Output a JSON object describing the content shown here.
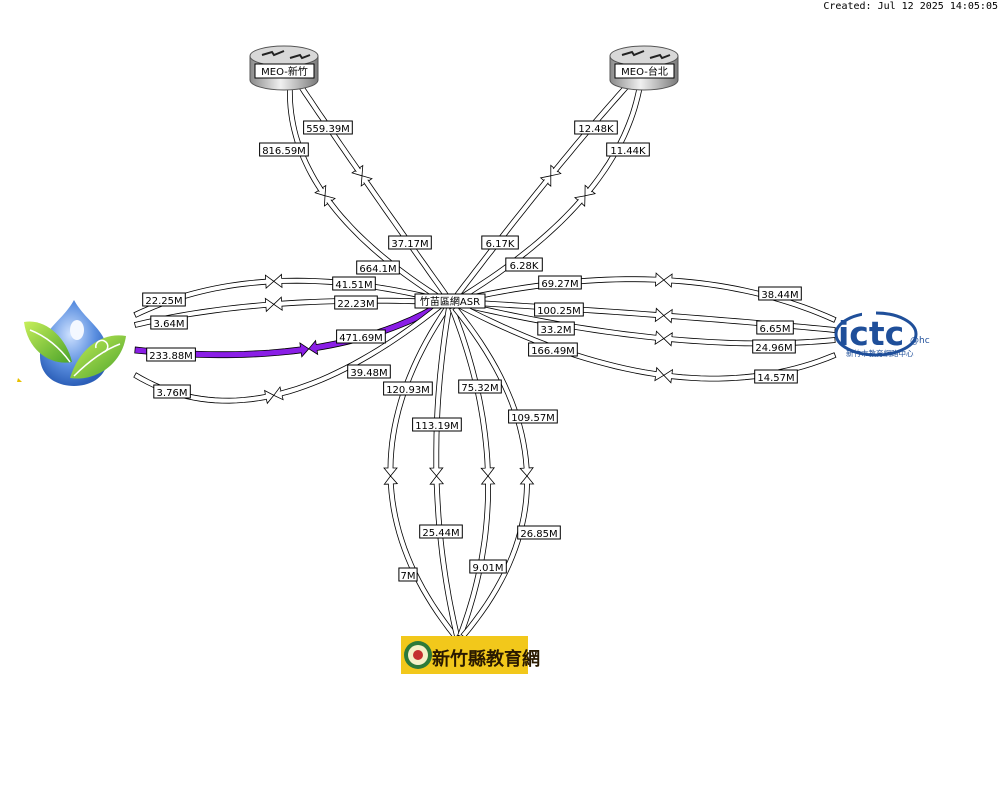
{
  "created_text": "Created: Jul 12 2025 14:05:05",
  "nodes": {
    "meo_hsinchu": {
      "label": "MEO-新竹"
    },
    "meo_taipei": {
      "label": "MEO-台北"
    },
    "asr": {
      "label": "竹苗區網ASR"
    },
    "ictc": {
      "logo_text": "ictc",
      "logo_suffix": "@hc",
      "logo_sub": "新竹市教育網路中心"
    },
    "hsinchu_county": {
      "logo_text": "新竹縣教育網"
    },
    "left_site": {}
  },
  "colors": {
    "link": "#ffffff",
    "link_stroke": "#000000",
    "hot_link": "#8a1ee6",
    "hsinchu_logo_bg": "#f2c81b"
  },
  "links": [
    {
      "id": "l1",
      "label": "559.39M"
    },
    {
      "id": "l2",
      "label": "816.59M"
    },
    {
      "id": "l3",
      "label": "37.17M"
    },
    {
      "id": "l4",
      "label": "664.1M"
    },
    {
      "id": "l5",
      "label": "12.48K"
    },
    {
      "id": "l6",
      "label": "11.44K"
    },
    {
      "id": "l7",
      "label": "6.17K"
    },
    {
      "id": "l8",
      "label": "6.28K"
    },
    {
      "id": "l9",
      "label": "22.25M"
    },
    {
      "id": "l10",
      "label": "41.51M"
    },
    {
      "id": "l11",
      "label": "3.64M"
    },
    {
      "id": "l12",
      "label": "22.23M"
    },
    {
      "id": "l13",
      "label": "233.88M"
    },
    {
      "id": "l14",
      "label": "471.69M"
    },
    {
      "id": "l15",
      "label": "3.76M"
    },
    {
      "id": "l16",
      "label": "39.48M"
    },
    {
      "id": "l17",
      "label": "69.27M"
    },
    {
      "id": "l18",
      "label": "38.44M"
    },
    {
      "id": "l19",
      "label": "100.25M"
    },
    {
      "id": "l20",
      "label": "6.65M"
    },
    {
      "id": "l21",
      "label": "33.2M"
    },
    {
      "id": "l22",
      "label": "24.96M"
    },
    {
      "id": "l23",
      "label": "166.49M"
    },
    {
      "id": "l24",
      "label": "14.57M"
    },
    {
      "id": "l25",
      "label": "120.93M"
    },
    {
      "id": "l26",
      "label": "7M"
    },
    {
      "id": "l27",
      "label": "113.19M"
    },
    {
      "id": "l28",
      "label": "25.44M"
    },
    {
      "id": "l29",
      "label": "75.32M"
    },
    {
      "id": "l30",
      "label": "9.01M"
    },
    {
      "id": "l31",
      "label": "109.57M"
    },
    {
      "id": "l32",
      "label": "26.85M"
    }
  ]
}
